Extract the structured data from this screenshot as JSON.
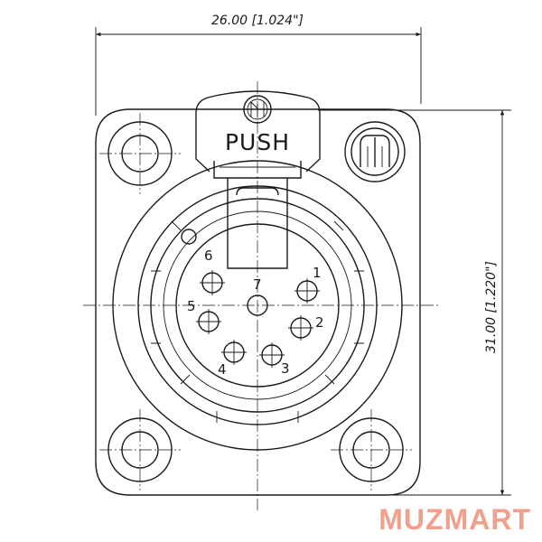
{
  "dimensions": {
    "width_label": "26.00 [1.024\"]",
    "height_label": "31.00 [1.220\"]"
  },
  "latch_label": "PUSH",
  "pins": [
    {
      "label": "1"
    },
    {
      "label": "2"
    },
    {
      "label": "3"
    },
    {
      "label": "4"
    },
    {
      "label": "5"
    },
    {
      "label": "6"
    },
    {
      "label": "7"
    }
  ],
  "watermark": "MUZMART",
  "colors": {
    "line": "#1a1a1a",
    "watermark": "#f0a08c"
  }
}
